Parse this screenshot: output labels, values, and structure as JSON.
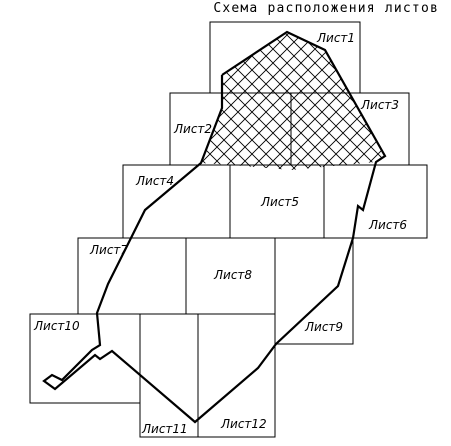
{
  "title": "Схема расположения листов",
  "sheets": [
    {
      "id": "sheet-1",
      "label": "Лист1"
    },
    {
      "id": "sheet-2",
      "label": "Лист2"
    },
    {
      "id": "sheet-3",
      "label": "Лист3"
    },
    {
      "id": "sheet-4",
      "label": "Лист4"
    },
    {
      "id": "sheet-5",
      "label": "Лист5"
    },
    {
      "id": "sheet-6",
      "label": "Лист6"
    },
    {
      "id": "sheet-7",
      "label": "Лист7"
    },
    {
      "id": "sheet-8",
      "label": "Лист8"
    },
    {
      "id": "sheet-9",
      "label": "Лист9"
    },
    {
      "id": "sheet-10",
      "label": "Лист10"
    },
    {
      "id": "sheet-11",
      "label": "Лист11"
    },
    {
      "id": "sheet-12",
      "label": "Лист12"
    }
  ],
  "colors": {
    "line": "#000000",
    "background": "#ffffff"
  }
}
